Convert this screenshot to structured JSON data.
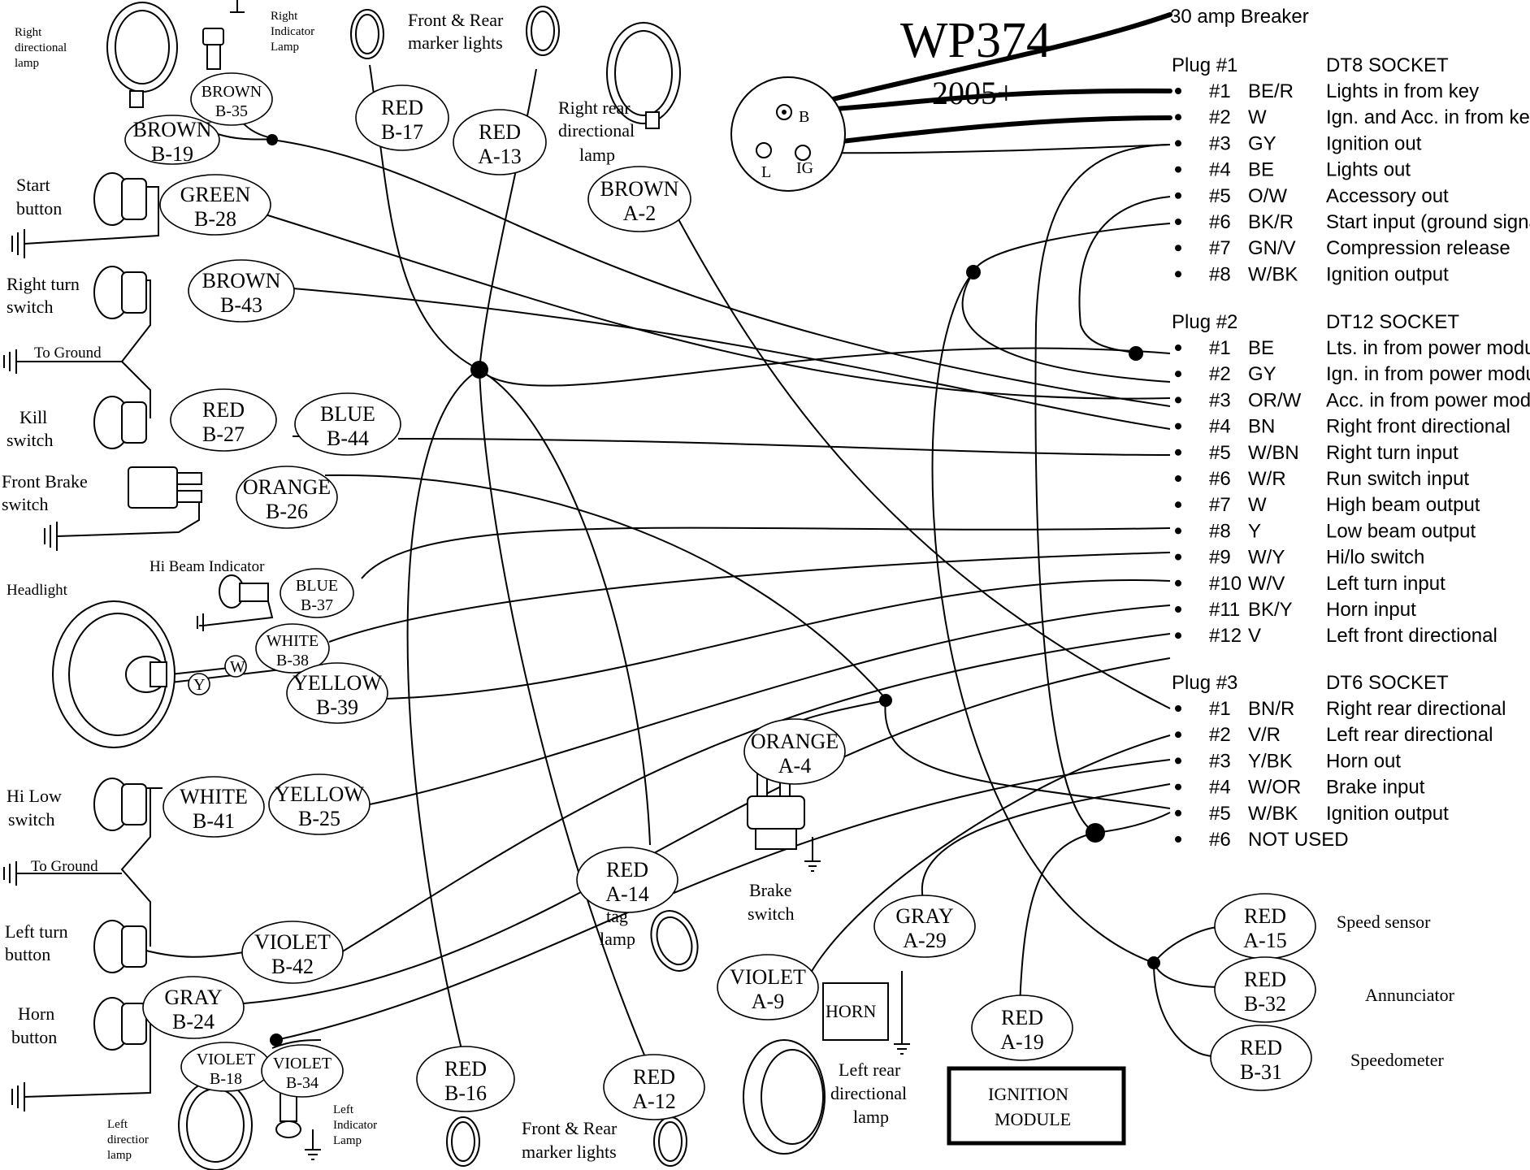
{
  "title": "WP374",
  "subtitle": "2005+",
  "breaker_label": "30 amp Breaker",
  "switch_terminals": {
    "b": "B",
    "l": "L",
    "ig": "IG"
  },
  "plug1": {
    "header": "Plug #1",
    "socket": "DT8 SOCKET",
    "rows": [
      {
        "pin": "#1",
        "color": "BE/R",
        "desc": "Lights in from key"
      },
      {
        "pin": "#2",
        "color": "W",
        "desc": "Ign. and Acc. in from key"
      },
      {
        "pin": "#3",
        "color": "GY",
        "desc": "Ignition out"
      },
      {
        "pin": "#4",
        "color": "BE",
        "desc": "Lights out"
      },
      {
        "pin": "#5",
        "color": "O/W",
        "desc": "Accessory out"
      },
      {
        "pin": "#6",
        "color": "BK/R",
        "desc": "Start input (ground signal)"
      },
      {
        "pin": "#7",
        "color": "GN/V",
        "desc": "Compression release"
      },
      {
        "pin": "#8",
        "color": "W/BK",
        "desc": "Ignition output"
      }
    ]
  },
  "plug2": {
    "header": "Plug #2",
    "socket": "DT12 SOCKET",
    "rows": [
      {
        "pin": "#1",
        "color": "BE",
        "desc": "Lts. in from power module"
      },
      {
        "pin": "#2",
        "color": "GY",
        "desc": "Ign. in from power module"
      },
      {
        "pin": "#3",
        "color": "OR/W",
        "desc": "Acc. in from power module"
      },
      {
        "pin": "#4",
        "color": "BN",
        "desc": "Right front directional"
      },
      {
        "pin": "#5",
        "color": "W/BN",
        "desc": "Right turn input"
      },
      {
        "pin": "#6",
        "color": "W/R",
        "desc": "Run switch input"
      },
      {
        "pin": "#7",
        "color": "W",
        "desc": "High beam output"
      },
      {
        "pin": "#8",
        "color": "Y",
        "desc": "Low beam output"
      },
      {
        "pin": "#9",
        "color": "W/Y",
        "desc": "Hi/lo switch"
      },
      {
        "pin": "#10",
        "color": "W/V",
        "desc": "Left turn input"
      },
      {
        "pin": "#11",
        "color": "BK/Y",
        "desc": "Horn input"
      },
      {
        "pin": "#12",
        "color": "V",
        "desc": "Left front directional"
      }
    ]
  },
  "plug3": {
    "header": "Plug #3",
    "socket": "DT6 SOCKET",
    "rows": [
      {
        "pin": "#1",
        "color": "BN/R",
        "desc": "Right rear directional"
      },
      {
        "pin": "#2",
        "color": "V/R",
        "desc": "Left rear directional"
      },
      {
        "pin": "#3",
        "color": "Y/BK",
        "desc": "Horn out"
      },
      {
        "pin": "#4",
        "color": "W/OR",
        "desc": "Brake input"
      },
      {
        "pin": "#5",
        "color": "W/BK",
        "desc": "Ignition output"
      },
      {
        "pin": "#6",
        "color": "NOT USED",
        "desc": ""
      }
    ]
  },
  "wire_labels": [
    {
      "id": "b35",
      "color": "BROWN",
      "code": "B-35"
    },
    {
      "id": "b19",
      "color": "BROWN",
      "code": "B-19"
    },
    {
      "id": "b17",
      "color": "RED",
      "code": "B-17"
    },
    {
      "id": "a13",
      "color": "RED",
      "code": "A-13"
    },
    {
      "id": "a2",
      "color": "BROWN",
      "code": "A-2"
    },
    {
      "id": "b28",
      "color": "GREEN",
      "code": "B-28"
    },
    {
      "id": "b43",
      "color": "BROWN",
      "code": "B-43"
    },
    {
      "id": "b27",
      "color": "RED",
      "code": "B-27"
    },
    {
      "id": "b44",
      "color": "BLUE",
      "code": "B-44"
    },
    {
      "id": "b26",
      "color": "ORANGE",
      "code": "B-26"
    },
    {
      "id": "b37",
      "color": "BLUE",
      "code": "B-37"
    },
    {
      "id": "b38",
      "color": "WHITE",
      "code": "B-38"
    },
    {
      "id": "b39",
      "color": "YELLOW",
      "code": "B-39"
    },
    {
      "id": "a4",
      "color": "ORANGE",
      "code": "A-4"
    },
    {
      "id": "b41",
      "color": "WHITE",
      "code": "B-41"
    },
    {
      "id": "b25",
      "color": "YELLOW",
      "code": "B-25"
    },
    {
      "id": "a14",
      "color": "RED",
      "code": "A-14"
    },
    {
      "id": "b42",
      "color": "VIOLET",
      "code": "B-42"
    },
    {
      "id": "a29",
      "color": "GRAY",
      "code": "A-29"
    },
    {
      "id": "a9",
      "color": "VIOLET",
      "code": "A-9"
    },
    {
      "id": "b24",
      "color": "GRAY",
      "code": "B-24"
    },
    {
      "id": "b18",
      "color": "VIOLET",
      "code": "B-18"
    },
    {
      "id": "b34",
      "color": "VIOLET",
      "code": "B-34"
    },
    {
      "id": "b16",
      "color": "RED",
      "code": "B-16"
    },
    {
      "id": "a12",
      "color": "RED",
      "code": "A-12"
    },
    {
      "id": "a19",
      "color": "RED",
      "code": "A-19"
    },
    {
      "id": "a15",
      "color": "RED",
      "code": "A-15"
    },
    {
      "id": "b32",
      "color": "RED",
      "code": "B-32"
    },
    {
      "id": "b31",
      "color": "RED",
      "code": "B-31"
    }
  ],
  "components": {
    "right_dir_lamp": [
      "Right",
      "directional",
      "lamp"
    ],
    "right_ind_lamp": [
      "Right",
      "Indicator",
      "Lamp"
    ],
    "marker_top": [
      "Front & Rear",
      "marker lights"
    ],
    "right_rear_dir": [
      "Right rear",
      "directional",
      "lamp"
    ],
    "start_button": [
      "Start",
      "button"
    ],
    "right_turn_switch": [
      "Right turn",
      "switch"
    ],
    "to_ground_1": "To Ground",
    "kill_switch": [
      "Kill",
      "switch"
    ],
    "front_brake_switch": [
      "Front Brake",
      "switch"
    ],
    "hi_beam_indicator": "Hi Beam Indicator",
    "headlight": "Headlight",
    "hi_low_switch": [
      "Hi Low",
      "switch"
    ],
    "to_ground_2": "To Ground",
    "left_turn_button": [
      "Left turn",
      "button"
    ],
    "horn_button": [
      "Horn",
      "button"
    ],
    "left_dir_lamp": [
      "Left",
      "directior",
      "lamp"
    ],
    "left_ind_lamp": [
      "Left",
      "Indicator",
      "Lamp"
    ],
    "marker_bottom": [
      "Front & Rear",
      "marker lights"
    ],
    "tag_lamp": [
      "tag",
      "lamp"
    ],
    "brake_switch": [
      "Brake",
      "switch"
    ],
    "horn": "HORN",
    "left_rear_dir": [
      "Left rear",
      "directional",
      "lamp"
    ],
    "ignition_module": [
      "IGNITION",
      "MODULE"
    ],
    "speed_sensor": "Speed sensor",
    "annunciator": "Annunciator",
    "speedometer": "Speedometer",
    "headlight_w": "W",
    "headlight_y": "Y"
  }
}
